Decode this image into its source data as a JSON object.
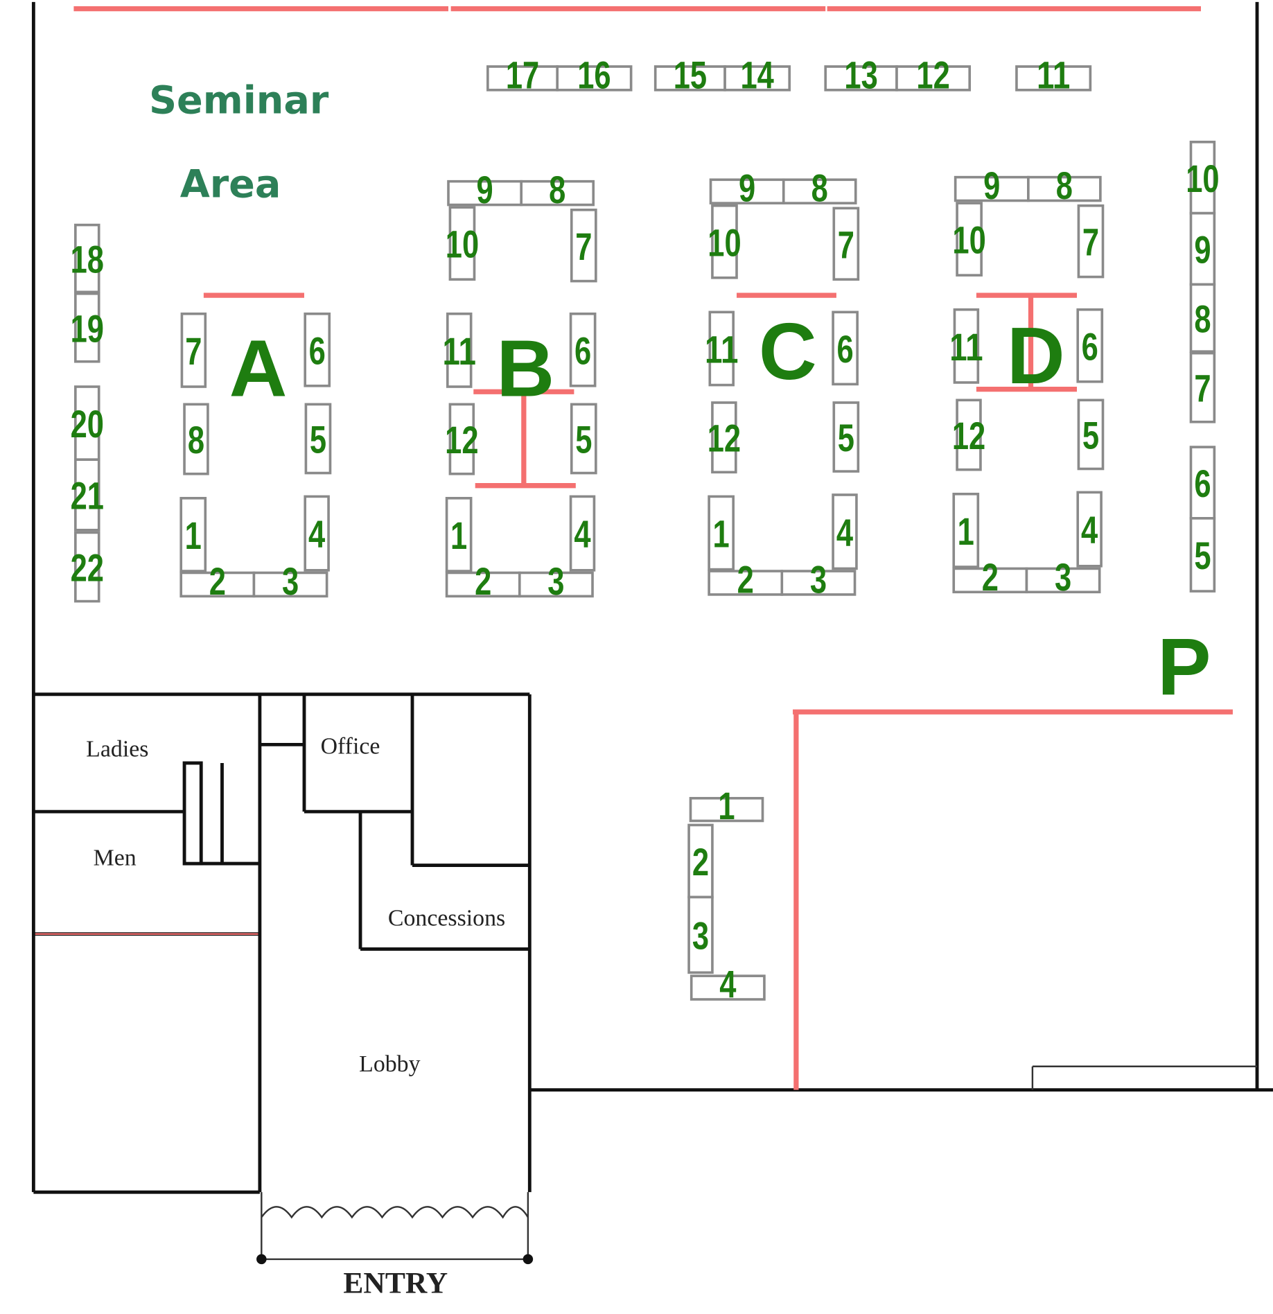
{
  "seminar_area": {
    "line1": "Seminar",
    "line2": "Area"
  },
  "top_row": [
    "17",
    "16",
    "15",
    "14",
    "13",
    "12",
    "11"
  ],
  "left_column": [
    "18",
    "19",
    "20",
    "21",
    "22"
  ],
  "right_column": [
    "10",
    "9",
    "8",
    "7",
    "6",
    "5"
  ],
  "islands": [
    {
      "label": "A",
      "booths": [
        "7",
        "6",
        "8",
        "5",
        "1",
        "4",
        "2",
        "3"
      ]
    },
    {
      "label": "B",
      "booths": [
        "9",
        "8",
        "10",
        "7",
        "11",
        "6",
        "12",
        "5",
        "1",
        "4",
        "2",
        "3"
      ]
    },
    {
      "label": "C",
      "booths": [
        "9",
        "8",
        "10",
        "7",
        "11",
        "6",
        "12",
        "5",
        "1",
        "4",
        "2",
        "3"
      ]
    },
    {
      "label": "D",
      "booths": [
        "9",
        "8",
        "10",
        "7",
        "11",
        "6",
        "12",
        "5",
        "1",
        "4",
        "2",
        "3"
      ]
    }
  ],
  "lobby_cluster": [
    "1",
    "2",
    "3",
    "4"
  ],
  "p_area": {
    "label": "P"
  },
  "rooms": {
    "ladies": "Ladies",
    "men": "Men",
    "office": "Office",
    "concessions": "Concessions",
    "lobby": "Lobby",
    "entry": "ENTRY"
  },
  "colors": {
    "booth_number": "#1e7d10",
    "seminar": "#2d8058",
    "divider": "#f47070",
    "booth_outline": "#8a8a8a"
  }
}
